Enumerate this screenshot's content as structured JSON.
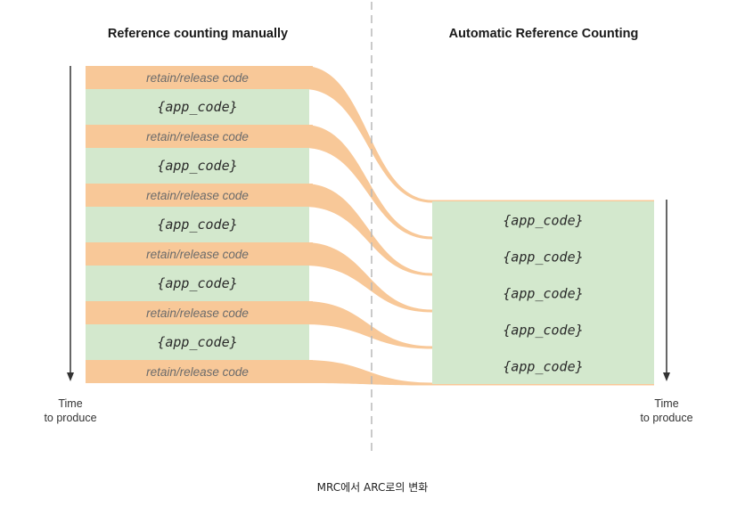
{
  "headings": {
    "left": "Reference counting manually",
    "right": "Automatic Reference Counting"
  },
  "labels": {
    "retain_release": "retain/release code",
    "app_code": "{app_code}",
    "time_line1": "Time",
    "time_line2": "to produce"
  },
  "left_column": {
    "blocks": [
      "retain/release code",
      "{app_code}",
      "retain/release code",
      "{app_code}",
      "retain/release code",
      "{app_code}",
      "retain/release code",
      "{app_code}",
      "retain/release code",
      "{app_code}",
      "retain/release code"
    ]
  },
  "right_column": {
    "blocks": [
      "{app_code}",
      "{app_code}",
      "{app_code}",
      "{app_code}",
      "{app_code}"
    ]
  },
  "caption": "MRC에서 ARC로의 변화",
  "colors": {
    "retain_release_fill": "#f8c898",
    "app_code_fill": "#d3e8cd",
    "divider": "#b8b8b8",
    "arrow": "#333333"
  }
}
